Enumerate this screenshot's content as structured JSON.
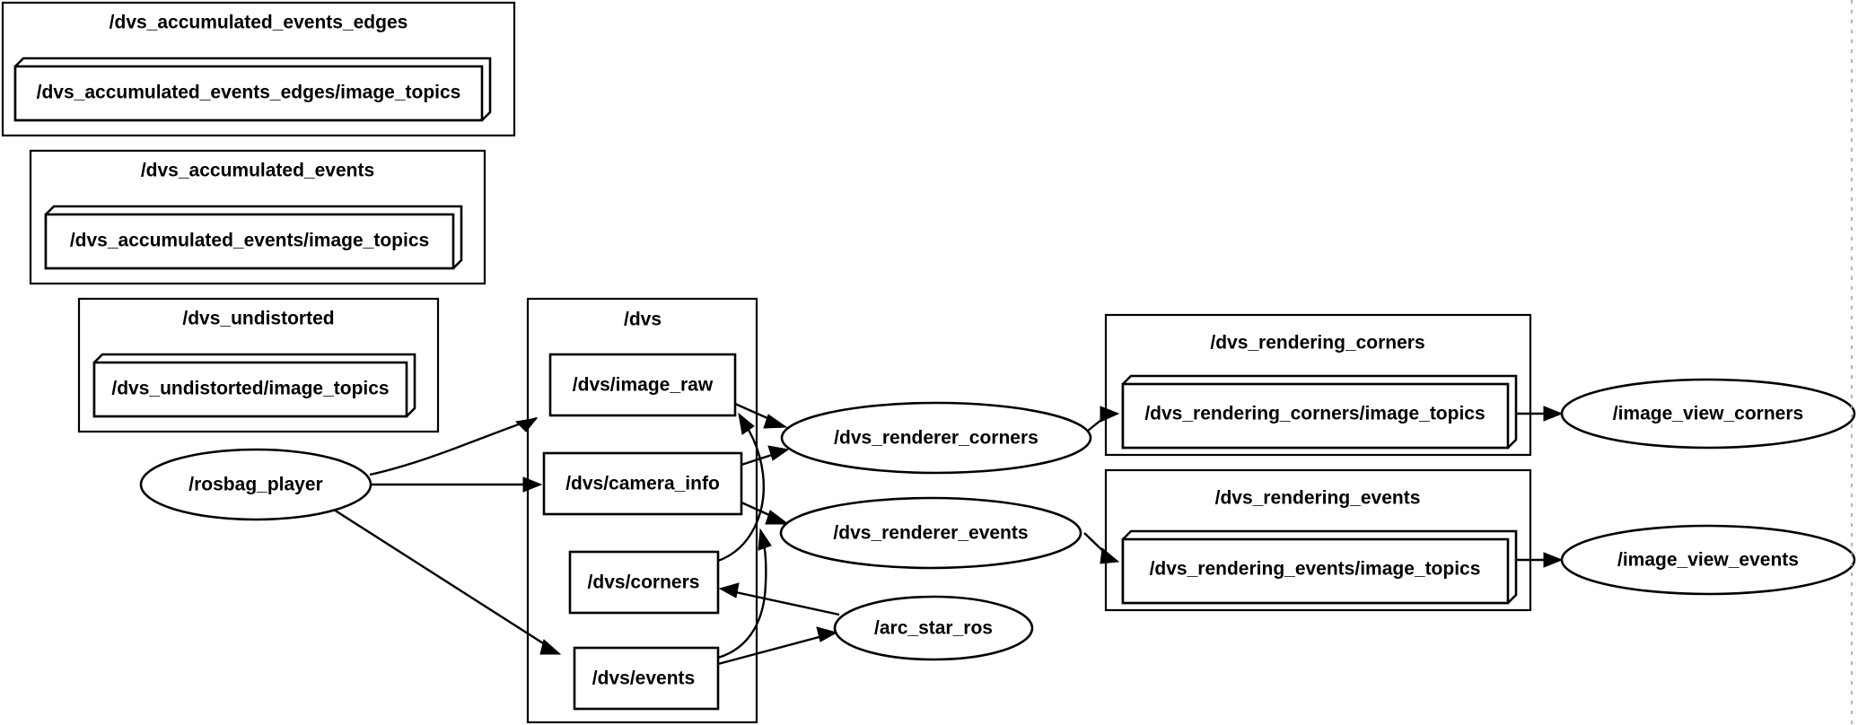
{
  "app": {
    "title": "ROS Node Graph",
    "background_color": "#ffffff",
    "line_color": "#000000",
    "guide_color": "#9aa0b5"
  },
  "clusters": [
    {
      "id": "dvs_accumulated_events_edges",
      "label": "/dvs_accumulated_events_edges",
      "topic": {
        "label": "/dvs_accumulated_events_edges/image_topics"
      }
    },
    {
      "id": "dvs_accumulated_events",
      "label": "/dvs_accumulated_events",
      "topic": {
        "label": "/dvs_accumulated_events/image_topics"
      }
    },
    {
      "id": "dvs_undistorted",
      "label": "/dvs_undistorted",
      "topic": {
        "label": "/dvs_undistorted/image_topics"
      }
    },
    {
      "id": "dvs",
      "label": "/dvs",
      "topics": [
        {
          "id": "dvs_image_raw",
          "label": "/dvs/image_raw"
        },
        {
          "id": "dvs_camera_info",
          "label": "/dvs/camera_info"
        },
        {
          "id": "dvs_corners",
          "label": "/dvs/corners"
        },
        {
          "id": "dvs_events",
          "label": "/dvs/events"
        }
      ]
    },
    {
      "id": "dvs_rendering_corners",
      "label": "/dvs_rendering_corners",
      "topic": {
        "label": "/dvs_rendering_corners/image_topics"
      }
    },
    {
      "id": "dvs_rendering_events",
      "label": "/dvs_rendering_events",
      "topic": {
        "label": "/dvs_rendering_events/image_topics"
      }
    }
  ],
  "nodes": [
    {
      "id": "rosbag_player",
      "label": "/rosbag_player"
    },
    {
      "id": "dvs_renderer_corners",
      "label": "/dvs_renderer_corners"
    },
    {
      "id": "dvs_renderer_events",
      "label": "/dvs_renderer_events"
    },
    {
      "id": "arc_star_ros",
      "label": "/arc_star_ros"
    },
    {
      "id": "image_view_corners",
      "label": "/image_view_corners"
    },
    {
      "id": "image_view_events",
      "label": "/image_view_events"
    }
  ],
  "edges": [
    {
      "from": "rosbag_player",
      "to": "dvs_image_raw"
    },
    {
      "from": "rosbag_player",
      "to": "dvs_camera_info"
    },
    {
      "from": "rosbag_player",
      "to": "dvs_events"
    },
    {
      "from": "dvs_image_raw",
      "to": "dvs_renderer_corners"
    },
    {
      "from": "dvs_camera_info",
      "to": "dvs_renderer_corners"
    },
    {
      "from": "dvs_camera_info",
      "to": "dvs_renderer_events"
    },
    {
      "from": "dvs_corners",
      "to": "dvs_renderer_corners"
    },
    {
      "from": "dvs_events",
      "to": "dvs_renderer_events"
    },
    {
      "from": "dvs_events",
      "to": "arc_star_ros"
    },
    {
      "from": "arc_star_ros",
      "to": "dvs_corners"
    },
    {
      "from": "dvs_renderer_corners",
      "to": "dvs_rendering_corners_topic"
    },
    {
      "from": "dvs_renderer_events",
      "to": "dvs_rendering_events_topic"
    },
    {
      "from": "dvs_rendering_corners_topic",
      "to": "image_view_corners"
    },
    {
      "from": "dvs_rendering_events_topic",
      "to": "image_view_events"
    }
  ]
}
